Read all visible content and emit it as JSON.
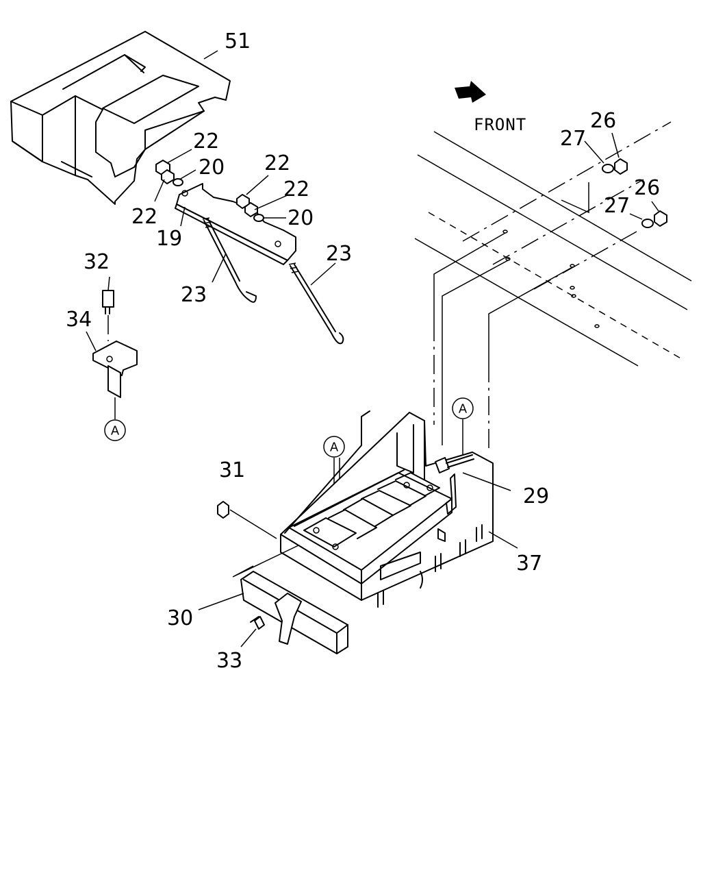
{
  "front_label": "FRONT",
  "callouts": {
    "p51": "51",
    "p22a": "22",
    "p20a": "20",
    "p22b": "22",
    "p19": "19",
    "p22c": "22",
    "p22d": "22",
    "p20b": "20",
    "p23a": "23",
    "p23b": "23",
    "p32": "32",
    "p34": "34",
    "p26a": "26",
    "p27a": "27",
    "p26b": "26",
    "p27b": "27",
    "p31": "31",
    "p29": "29",
    "p37": "37",
    "p30": "30",
    "p33": "33"
  },
  "ref_markers": {
    "a1": "A",
    "a2": "A",
    "a3": "A"
  }
}
